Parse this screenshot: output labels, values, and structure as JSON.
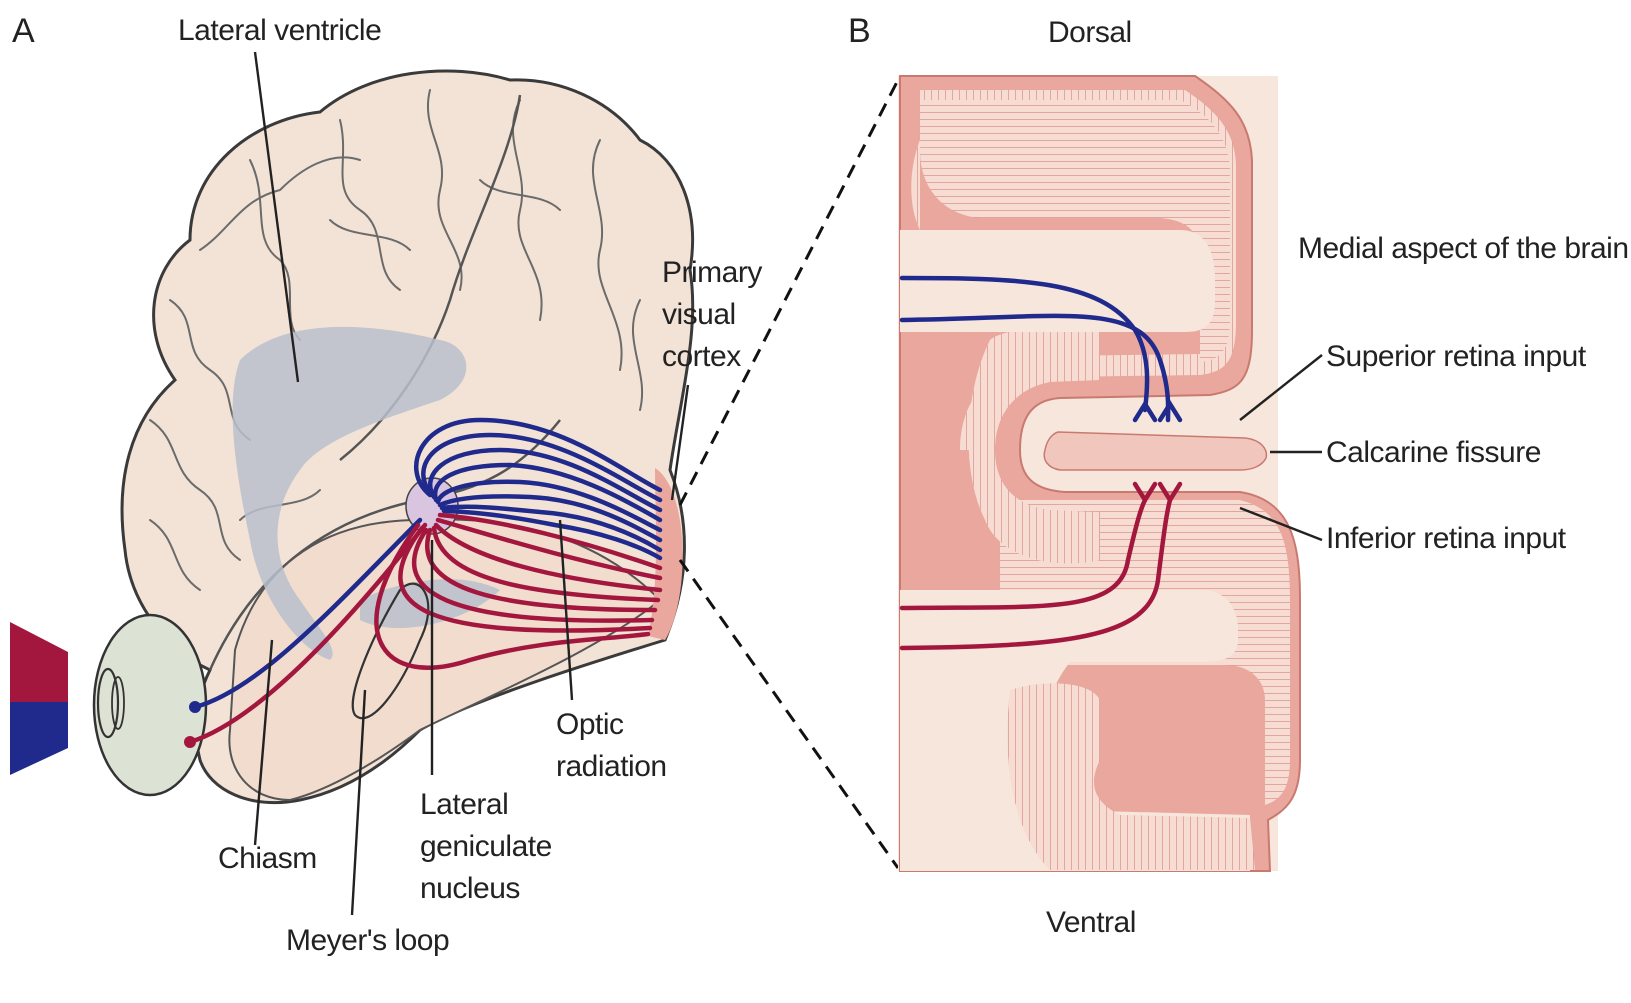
{
  "panels": {
    "a": {
      "letter": "A",
      "labels": {
        "lateral_ventricle": "Lateral ventricle",
        "primary_visual_cortex": [
          "Primary",
          "visual",
          "cortex"
        ],
        "optic_radiation": [
          "Optic",
          "radiation"
        ],
        "lateral_geniculate_nucleus": [
          "Lateral",
          "geniculate",
          "nucleus"
        ],
        "chiasm": "Chiasm",
        "meyers_loop": "Meyer's loop"
      }
    },
    "b": {
      "letter": "B",
      "labels": {
        "dorsal": "Dorsal",
        "ventral": "Ventral",
        "medial_aspect": "Medial aspect of the brain",
        "superior_retina_input": "Superior retina input",
        "calcarine_fissure": "Calcarine fissure",
        "inferior_retina_input": "Inferior retina input"
      }
    }
  },
  "colors": {
    "blue_pathway": "#1f2a8c",
    "red_pathway": "#a3173f",
    "brain_fill": "#f3e3d6",
    "ventricle_fill": "#b9c0cc",
    "cortex_fill": "#e9a79e",
    "cortex_inner_fill": "#f7e6dc",
    "eye_fill": "#dce2d4"
  }
}
